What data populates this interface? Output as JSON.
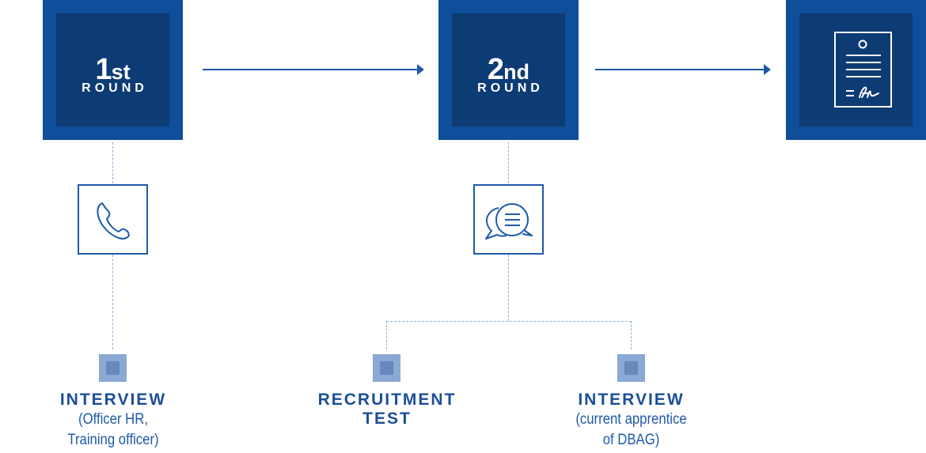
{
  "rounds": [
    {
      "number": "1",
      "suffix": "st",
      "label": "ROUND"
    },
    {
      "number": "2",
      "suffix": "nd",
      "label": "ROUND"
    }
  ],
  "final_icon": "contract-document-icon",
  "step_icons": [
    "phone-icon",
    "chat-bubbles-icon"
  ],
  "steps": [
    {
      "title": "INTERVIEW",
      "subtitle_lines": [
        "(Officer HR,",
        "Training officer)"
      ]
    },
    {
      "title": "RECRUITMENT TEST",
      "subtitle_lines": []
    },
    {
      "title": "INTERVIEW",
      "subtitle_lines": [
        "(current apprentice",
        "of DBAG)"
      ]
    }
  ],
  "colors": {
    "primary": "#0e4e9b",
    "primary_dark": "#0d3b74",
    "line": "#1f5aa8",
    "dash": "#8fb0dc",
    "node_outer": "#8aa9d3",
    "node_inner": "#6589bd"
  }
}
